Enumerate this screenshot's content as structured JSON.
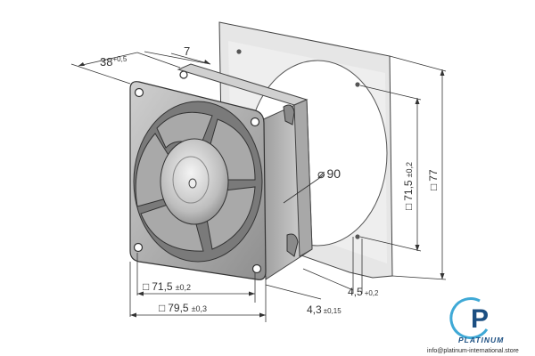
{
  "dimensions": {
    "depth": {
      "value": "38",
      "tol": "+0,5"
    },
    "flange": {
      "value": "7"
    },
    "hole_pitch_h": {
      "prefix": "□",
      "value": "71,5",
      "tol": "±0,2"
    },
    "overall_h": {
      "prefix": "□",
      "value": "79,5",
      "tol": "±0,3"
    },
    "flange_thick": {
      "value": "4,3",
      "tol": "±0,15"
    },
    "hole_dia": {
      "value": "4,5",
      "tol": "+0,2"
    },
    "cutout_dia": {
      "prefix": "⌀",
      "value": "90"
    },
    "hole_pitch_v": {
      "prefix": "□",
      "value": "71,5",
      "tol": "±0,2"
    },
    "overall_v": {
      "prefix": "□",
      "value": "77"
    }
  },
  "branding": {
    "logo_mark": "P",
    "logo_text": "PLATINUM",
    "footer_email": "info@platinum-international.store"
  },
  "colors": {
    "line": "#333333",
    "fan_body": "#b4b4b4",
    "fan_dark": "#5e5e5e",
    "plate": "#e4e4e4",
    "logo_blue": "#1c4f82",
    "logo_cyan": "#3fa9d6"
  }
}
